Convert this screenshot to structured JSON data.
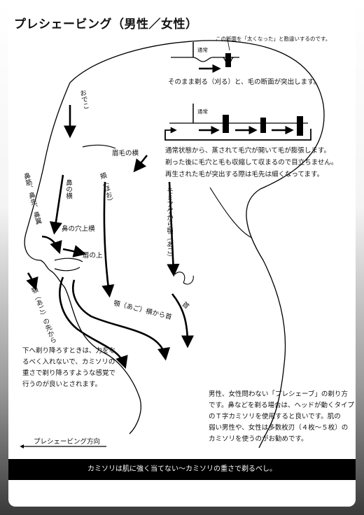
{
  "title": "プレシェービング（男性／女性）",
  "diagram_top": {
    "note_small": "この断面を「太くなった」と勘違いするのです。",
    "normal_label_1": "通常",
    "caption_1": "そのまま剃る（刈る）と、毛の断面が突出します。",
    "normal_label_2": "通常",
    "caption_2_lines": [
      "通常状態から、蒸されて毛穴が開いて毛が膨張します。",
      "剃った後に毛穴と毛も収縮して収まるので目立ちません。",
      "再生された毛が突出する際は毛先は細くなってます。"
    ]
  },
  "face_labels": {
    "forehead": "おでこ",
    "eyebrow_side": "眉毛の横",
    "cheek": "頬（ほお）",
    "nose_side": "鼻の横",
    "nostril_side": "鼻の穴上横",
    "upper_lip": "唇の上",
    "nose_list": "鼻筋、鼻先、鼻翼",
    "sideburn_to_jaw": "モミアゲから顎（あご）",
    "jaw_side_to_neck": "顎（あご）横から首",
    "neck": "首",
    "chin_tip": "顎（あご）の先から"
  },
  "instruction_lines": [
    "下へ剃り降ろすときは、力をな",
    "るべく入れないで、カミソリの",
    "重さで剃り降ろすような感覚で",
    "行うのが良いとされます。"
  ],
  "advice_lines": [
    "男性、女性問わない「プレシェーブ」の剃り方",
    "です。鼻などを剃る場合は、ヘッドが動くタイプ",
    "のＴ字カミソリを使用すると良いです。肌の",
    "弱い男性や、女性は多数枚刃（４枚〜５枚）の",
    "カミソリを使うのがお勧めです。"
  ],
  "direction_label": "プレシェービング方向",
  "footer": "カミソリは肌に強く当てない〜カミソリの重さで剃るべし。"
}
